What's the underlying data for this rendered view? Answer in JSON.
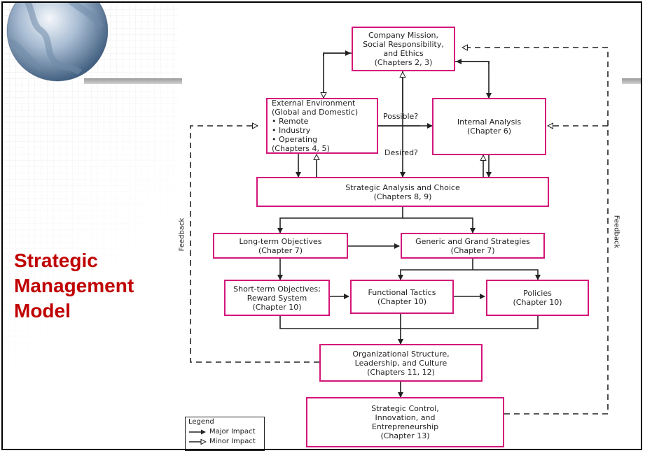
{
  "slide": {
    "title_lines": [
      "Strategic",
      "Management",
      "Model"
    ]
  },
  "boxes": {
    "mission": "Company Mission,\nSocial Responsibility,\nand Ethics\n(Chapters 2, 3)",
    "external": "External Environment\n(Global and Domestic)\n• Remote\n• Industry\n• Operating\n  (Chapters 4, 5)",
    "internal": "Internal Analysis\n(Chapter 6)",
    "analysis": "Strategic Analysis and Choice\n(Chapters 8, 9)",
    "long_term": "Long-term Objectives\n(Chapter 7)",
    "generic": "Generic and Grand Strategies\n(Chapter 7)",
    "short_term": "Short-term Objectives;\nReward System\n(Chapter 10)",
    "functional": "Functional Tactics\n(Chapter 10)",
    "policies": "Policies\n(Chapter 10)",
    "org": "Organizational Structure,\nLeadership, and Culture\n(Chapters 11, 12)",
    "control": "Strategic Control,\nInnovation, and\nEntrepreneurship\n(Chapter 13)"
  },
  "labels": {
    "possible": "Possible?",
    "desired": "Desired?",
    "feedback_left": "Feedback",
    "feedback_right": "Feedback"
  },
  "legend": {
    "title": "Legend",
    "major": "Major Impact",
    "minor": "Minor Impact"
  },
  "colors": {
    "box_border": "#d4157a",
    "title": "#c00000"
  }
}
